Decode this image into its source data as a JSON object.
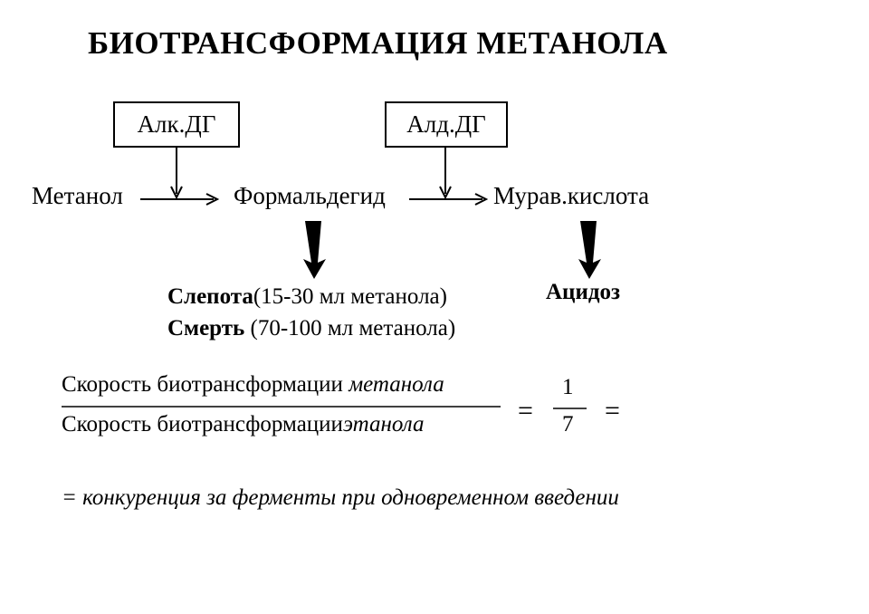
{
  "title": "БИОТРАНСФОРМАЦИЯ МЕТАНОЛА",
  "enzymes": {
    "alcohol_dh": "Алк.ДГ",
    "aldehyde_dh": "Алд.ДГ"
  },
  "pathway": {
    "methanol": "Метанол",
    "formaldehyde": "Формальдегид",
    "formic_acid": "Мурав.кислота"
  },
  "effects": {
    "blindness_label": "Слепота",
    "blindness_dose": "(15-30 мл  метанола)",
    "death_label": "Смерть",
    "death_dose": " (70-100 мл метанола)",
    "acidosis": "Ацидоз"
  },
  "ratio": {
    "numerator_text": "Скорость биотрансформации ",
    "numerator_italic": "метанола",
    "denominator_text": "Скорость биотрансформации",
    "denominator_italic": "этанола",
    "equals": "=",
    "value_numerator": "1",
    "value_denominator": "7"
  },
  "note": "= конкуренция за ферменты при одновременном  введении"
}
